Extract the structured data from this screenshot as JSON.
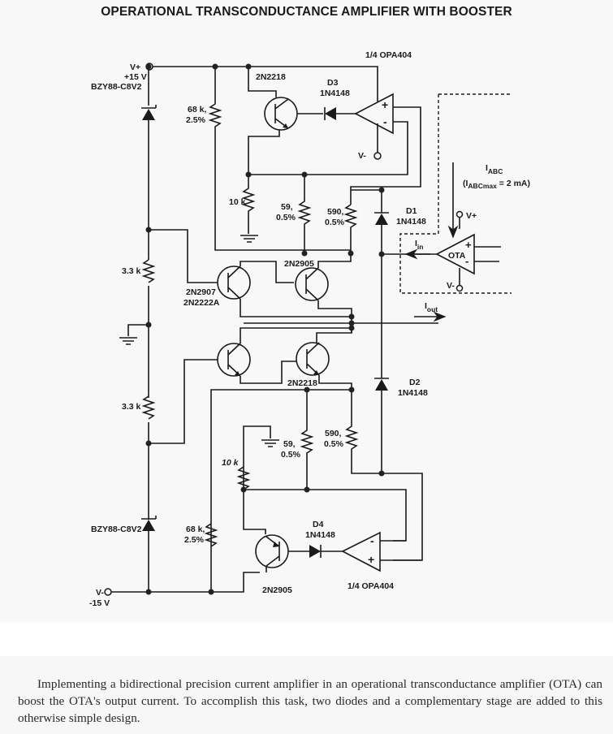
{
  "title": "OPERATIONAL TRANSCONDUCTANCE AMPLIFIER WITH BOOSTER",
  "labels": {
    "vplus": "V+",
    "vplus_value": "+15 V",
    "zener_top": "BZY88-C8V2",
    "zener_bottom": "BZY88-C8V2",
    "vminus": "V-",
    "vminus_value": "-15 V",
    "r68k_top": "68 k,",
    "r68k_top_tol": "2.5%",
    "r68k_bottom": "68 k,",
    "r68k_bottom_tol": "2.5%",
    "r33k_top": "3.3 k",
    "r33k_bottom": "3.3 k",
    "r10k_top": "10 k",
    "r10k_bottom": "10 k",
    "r59_top": "59,",
    "r59_top_tol": "0.5%",
    "r59_bottom": "59,",
    "r59_bottom_tol": "0.5%",
    "r590_top": "590,",
    "r590_top_tol": "0.5%",
    "r590_bottom": "590,",
    "r590_bottom_tol": "0.5%",
    "q_top": "2N2218",
    "q_bottom": "2N2905",
    "q_mid_left_1": "2N2907",
    "q_mid_left_2": "2N2222A",
    "q_mid_right_top": "2N2905",
    "q_mid_right_bottom": "2N2218",
    "d3": "D3",
    "d3_part": "1N4148",
    "d4": "D4",
    "d4_part": "1N4148",
    "d1": "D1",
    "d1_part": "1N4148",
    "d2": "D2",
    "d2_part": "1N4148",
    "opamp_top": "1/4 OPA404",
    "opamp_bottom": "1/4 OPA404",
    "opamp_top_vminus": "V-",
    "iabc": "I",
    "iabc_sub": "ABC",
    "iabc_max_open": "(I",
    "iabc_max_sub": "ABCmax",
    "iabc_max_value": " = 2 mA)",
    "ota": "OTA",
    "ota_vplus": "V+",
    "ota_vminus": "V-",
    "iin": "I",
    "iin_sub": "in",
    "iout": "I",
    "iout_sub": "out",
    "plus": "+",
    "minus": "-"
  },
  "caption": "Implementing a bidirectional precision current amplifier in an operational transconductance amplifier (OTA) can boost the OTA's output current. To accomplish this task, two diodes and a complementary stage are added to this otherwise simple design."
}
